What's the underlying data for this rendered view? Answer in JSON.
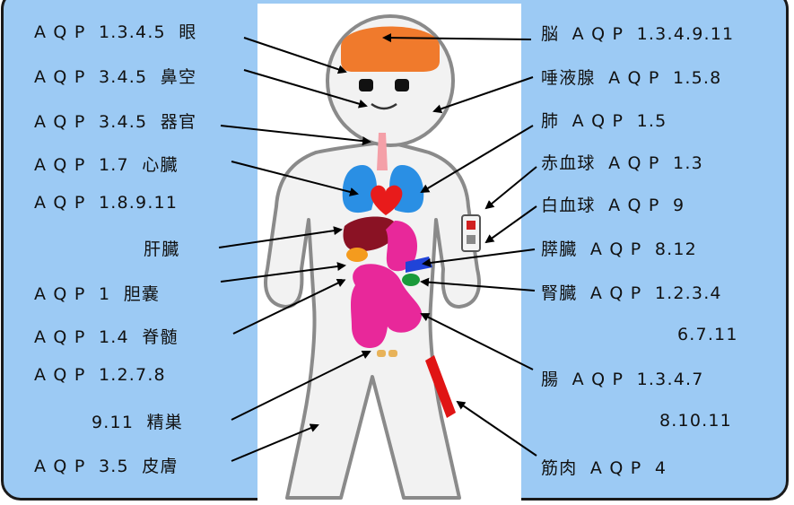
{
  "labels_left": [
    "A Q P  1.3.4.5  眼",
    "A Q P  3.4.5  鼻空",
    "A Q P  3.4.5  器官",
    "A Q P  1.7  心臓",
    "A Q P  1.8.9.11",
    "肝臓",
    "A Q P  1  胆嚢",
    "A Q P  1.4  脊髄",
    "A Q P  1.2.7.8",
    "9.11  精巣",
    "A Q P  3.5  皮膚"
  ],
  "labels_right": [
    "脳  A Q P  1.3.4.9.11",
    "唾液腺  A Q P  1.5.8",
    "肺  A Q P  1.5",
    "赤血球  A Q P  1.3",
    "白血球  A Q P  9",
    "膵臓  A Q P  8.12",
    "腎臓  A Q P  1.2.3.4",
    "6.7.11",
    "腸  A Q P  1.3.4.7",
    "8.10.11",
    "筋肉  A Q P  4"
  ],
  "colors": {
    "panel_bg": "#9ccaf4",
    "brain": "#f07a2c",
    "lungs": "#2a8fe4",
    "heart": "#e81b1b",
    "liver": "#8a1224",
    "gallbladder": "#f49b1e",
    "stomach_intestine": "#e8289a",
    "pancreas": "#2044d8",
    "kidney": "#1a9a3a",
    "muscle": "#e01414"
  }
}
